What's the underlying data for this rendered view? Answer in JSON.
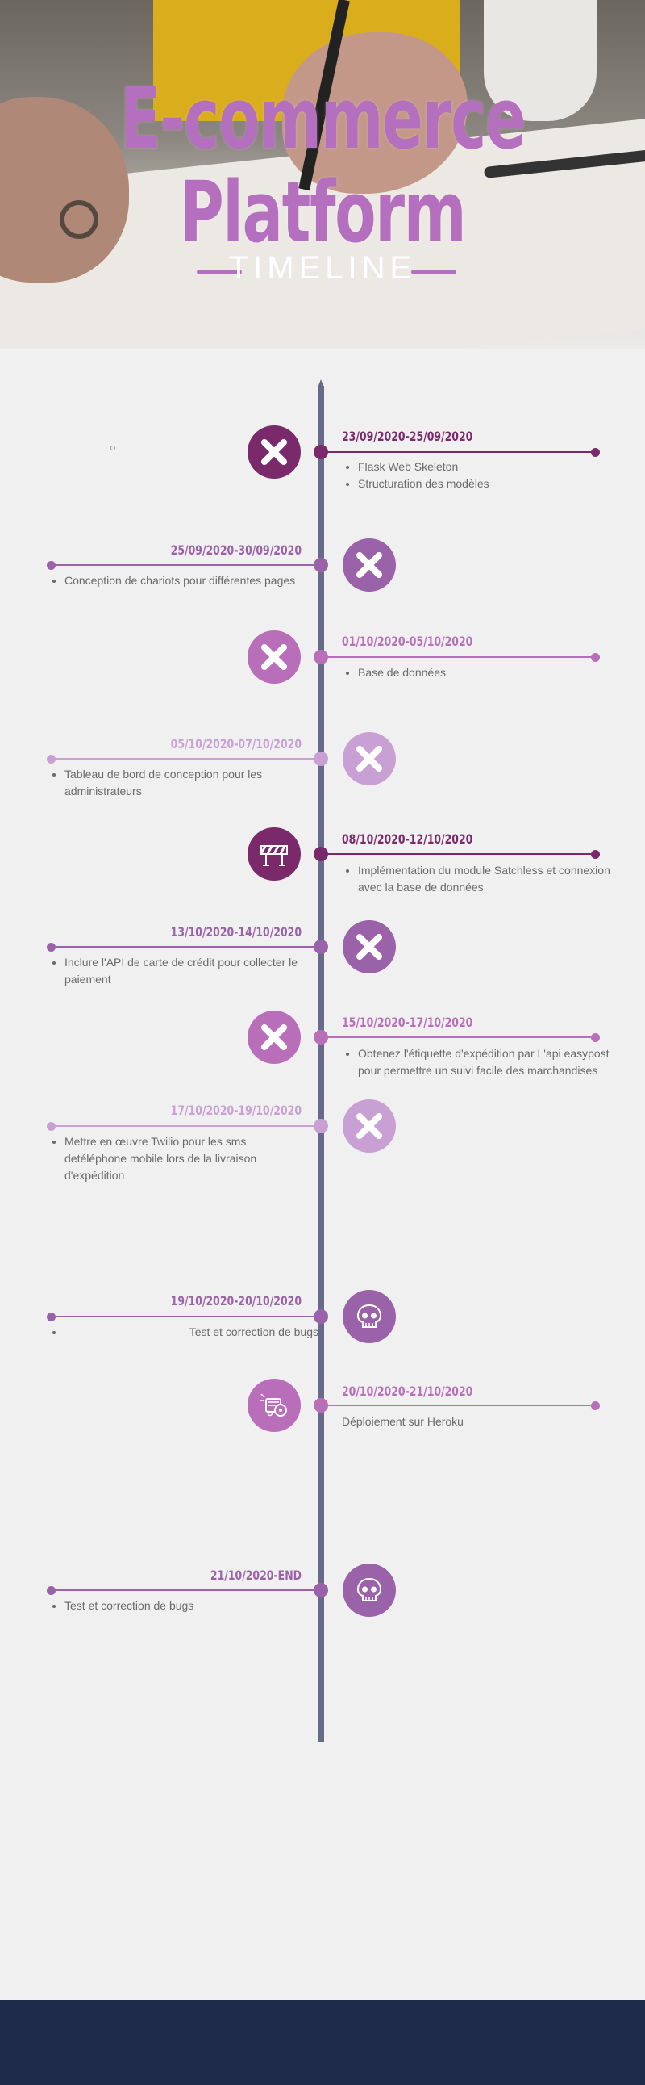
{
  "hero": {
    "title_line1": "E-commerce",
    "title_line2": "Platform",
    "subtitle": "TIMELINE"
  },
  "colors": {
    "dark": "#7a2a6a",
    "medium": "#9a62a8",
    "light": "#b86eb8",
    "pale": "#c9a0d4",
    "axis": "#676b89",
    "footer": "#1f2b4a"
  },
  "timeline": [
    {
      "date": "23/09/2020-25/09/2020",
      "items": [
        "Flask Web Skeleton",
        "Structuration des modèles"
      ],
      "icon": "close-x-icon"
    },
    {
      "date": "25/09/2020-30/09/2020",
      "items": [
        "Conception de chariots pour différentes pages"
      ],
      "icon": "close-x-icon"
    },
    {
      "date": "01/10/2020-05/10/2020",
      "items": [
        "Base de données"
      ],
      "icon": "close-x-icon"
    },
    {
      "date": "05/10/2020-07/10/2020",
      "items": [
        " Tableau de bord de conception pour les administrateurs"
      ],
      "icon": "close-x-icon"
    },
    {
      "date": "08/10/2020-12/10/2020",
      "items": [
        "Implémentation du module Satchless  et connexion avec la base de données"
      ],
      "icon": "barrier-icon"
    },
    {
      "date": "13/10/2020-14/10/2020",
      "items": [
        "Inclure l'API de carte de crédit pour collecter le paiement"
      ],
      "icon": "close-x-icon"
    },
    {
      "date": "15/10/2020-17/10/2020",
      "items": [
        "Obtenez l'étiquette d'expédition par L'api easypost pour permettre un suivi facile des marchandises"
      ],
      "icon": "close-x-icon"
    },
    {
      "date": "17/10/2020-19/10/2020",
      "items": [
        "Mettre en œuvre Twilio pour les sms detéléphone mobile lors de la livraison d'expédition"
      ],
      "icon": "close-x-icon"
    },
    {
      "date": "19/10/2020-20/10/2020",
      "items": [
        "Test et correction de bugs"
      ],
      "icon": "skull-icon"
    },
    {
      "date": "20/10/2020-21/10/2020",
      "text": "Déploiement sur Heroku",
      "icon": "fire-truck-icon"
    },
    {
      "date": "21/10/2020-END",
      "items": [
        "Test et correction de bugs"
      ],
      "icon": "skull-icon"
    }
  ]
}
